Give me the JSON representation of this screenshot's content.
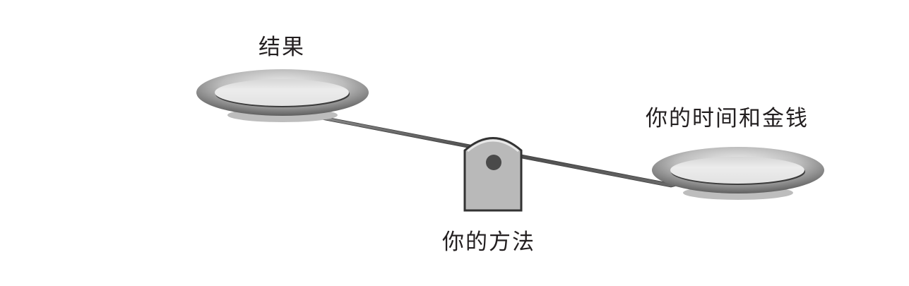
{
  "labels": {
    "result": "结果",
    "cost": "你的时间和金钱",
    "method": "你的方法"
  },
  "colors": {
    "plate_rim_dark": "#6e6e6e",
    "plate_rim_light": "#e6e6e6",
    "plate_inner": "#e4e4e4",
    "plate_base": "#bdbdbd",
    "beam": "#5a5a5a",
    "fulcrum_fill": "#b9b9b9",
    "fulcrum_stroke": "#333333",
    "pivot": "#4a4a4a",
    "text": "#231f20"
  },
  "icons": {
    "left_plate": "scale-pan-icon",
    "right_plate": "scale-pan-icon",
    "fulcrum": "fulcrum-icon"
  }
}
